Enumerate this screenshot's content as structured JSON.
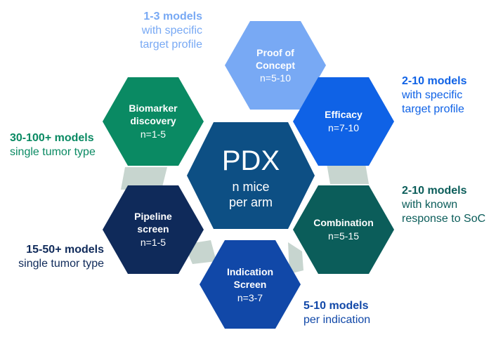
{
  "colors": {
    "connector": "#c7d5cf",
    "proof": "#78a9f4",
    "efficacy": "#0f62e6",
    "biomarker": "#0a8a63",
    "pdx": "#0d4f84",
    "pipeline": "#0f2a5a",
    "combination": "#0b5d5a",
    "indication": "#1148a8"
  },
  "center": {
    "title": "PDX",
    "line1": "n mice",
    "line2": "per arm"
  },
  "hexagons": {
    "proof": {
      "title1": "Proof of",
      "title2": "Concept",
      "n": "n=5-10"
    },
    "efficacy": {
      "title1": "Efficacy",
      "n": "n=7-10"
    },
    "biomarker": {
      "title1": "Biomarker",
      "title2": "discovery",
      "n": "n=1-5"
    },
    "pipeline": {
      "title1": "Pipeline",
      "title2": "screen",
      "n": "n=1-5"
    },
    "combination": {
      "title1": "Combination",
      "n": "n=5-15"
    },
    "indication": {
      "title1": "Indication",
      "title2": "Screen",
      "n": "n=3-7"
    }
  },
  "callouts": {
    "proof": {
      "strong": "1-3 models",
      "line2": "with specific",
      "line3": "target profile",
      "color": "#78a9f4"
    },
    "efficacy": {
      "strong": "2-10 models",
      "line2": "with specific",
      "line3": "target profile",
      "color": "#0f62e6"
    },
    "biomarker": {
      "strong": "30-100+ models",
      "line2": "single tumor type",
      "color": "#0a8a63"
    },
    "combination": {
      "strong": "2-10 models",
      "line2": "with known",
      "line3": "response to SoC",
      "color": "#0b5d5a"
    },
    "pipeline": {
      "strong": "15-50+ models",
      "line2": "single tumor type",
      "color": "#0f2a5a"
    },
    "indication": {
      "strong": "5-10 models",
      "line2": "per indication",
      "color": "#1148a8"
    }
  }
}
